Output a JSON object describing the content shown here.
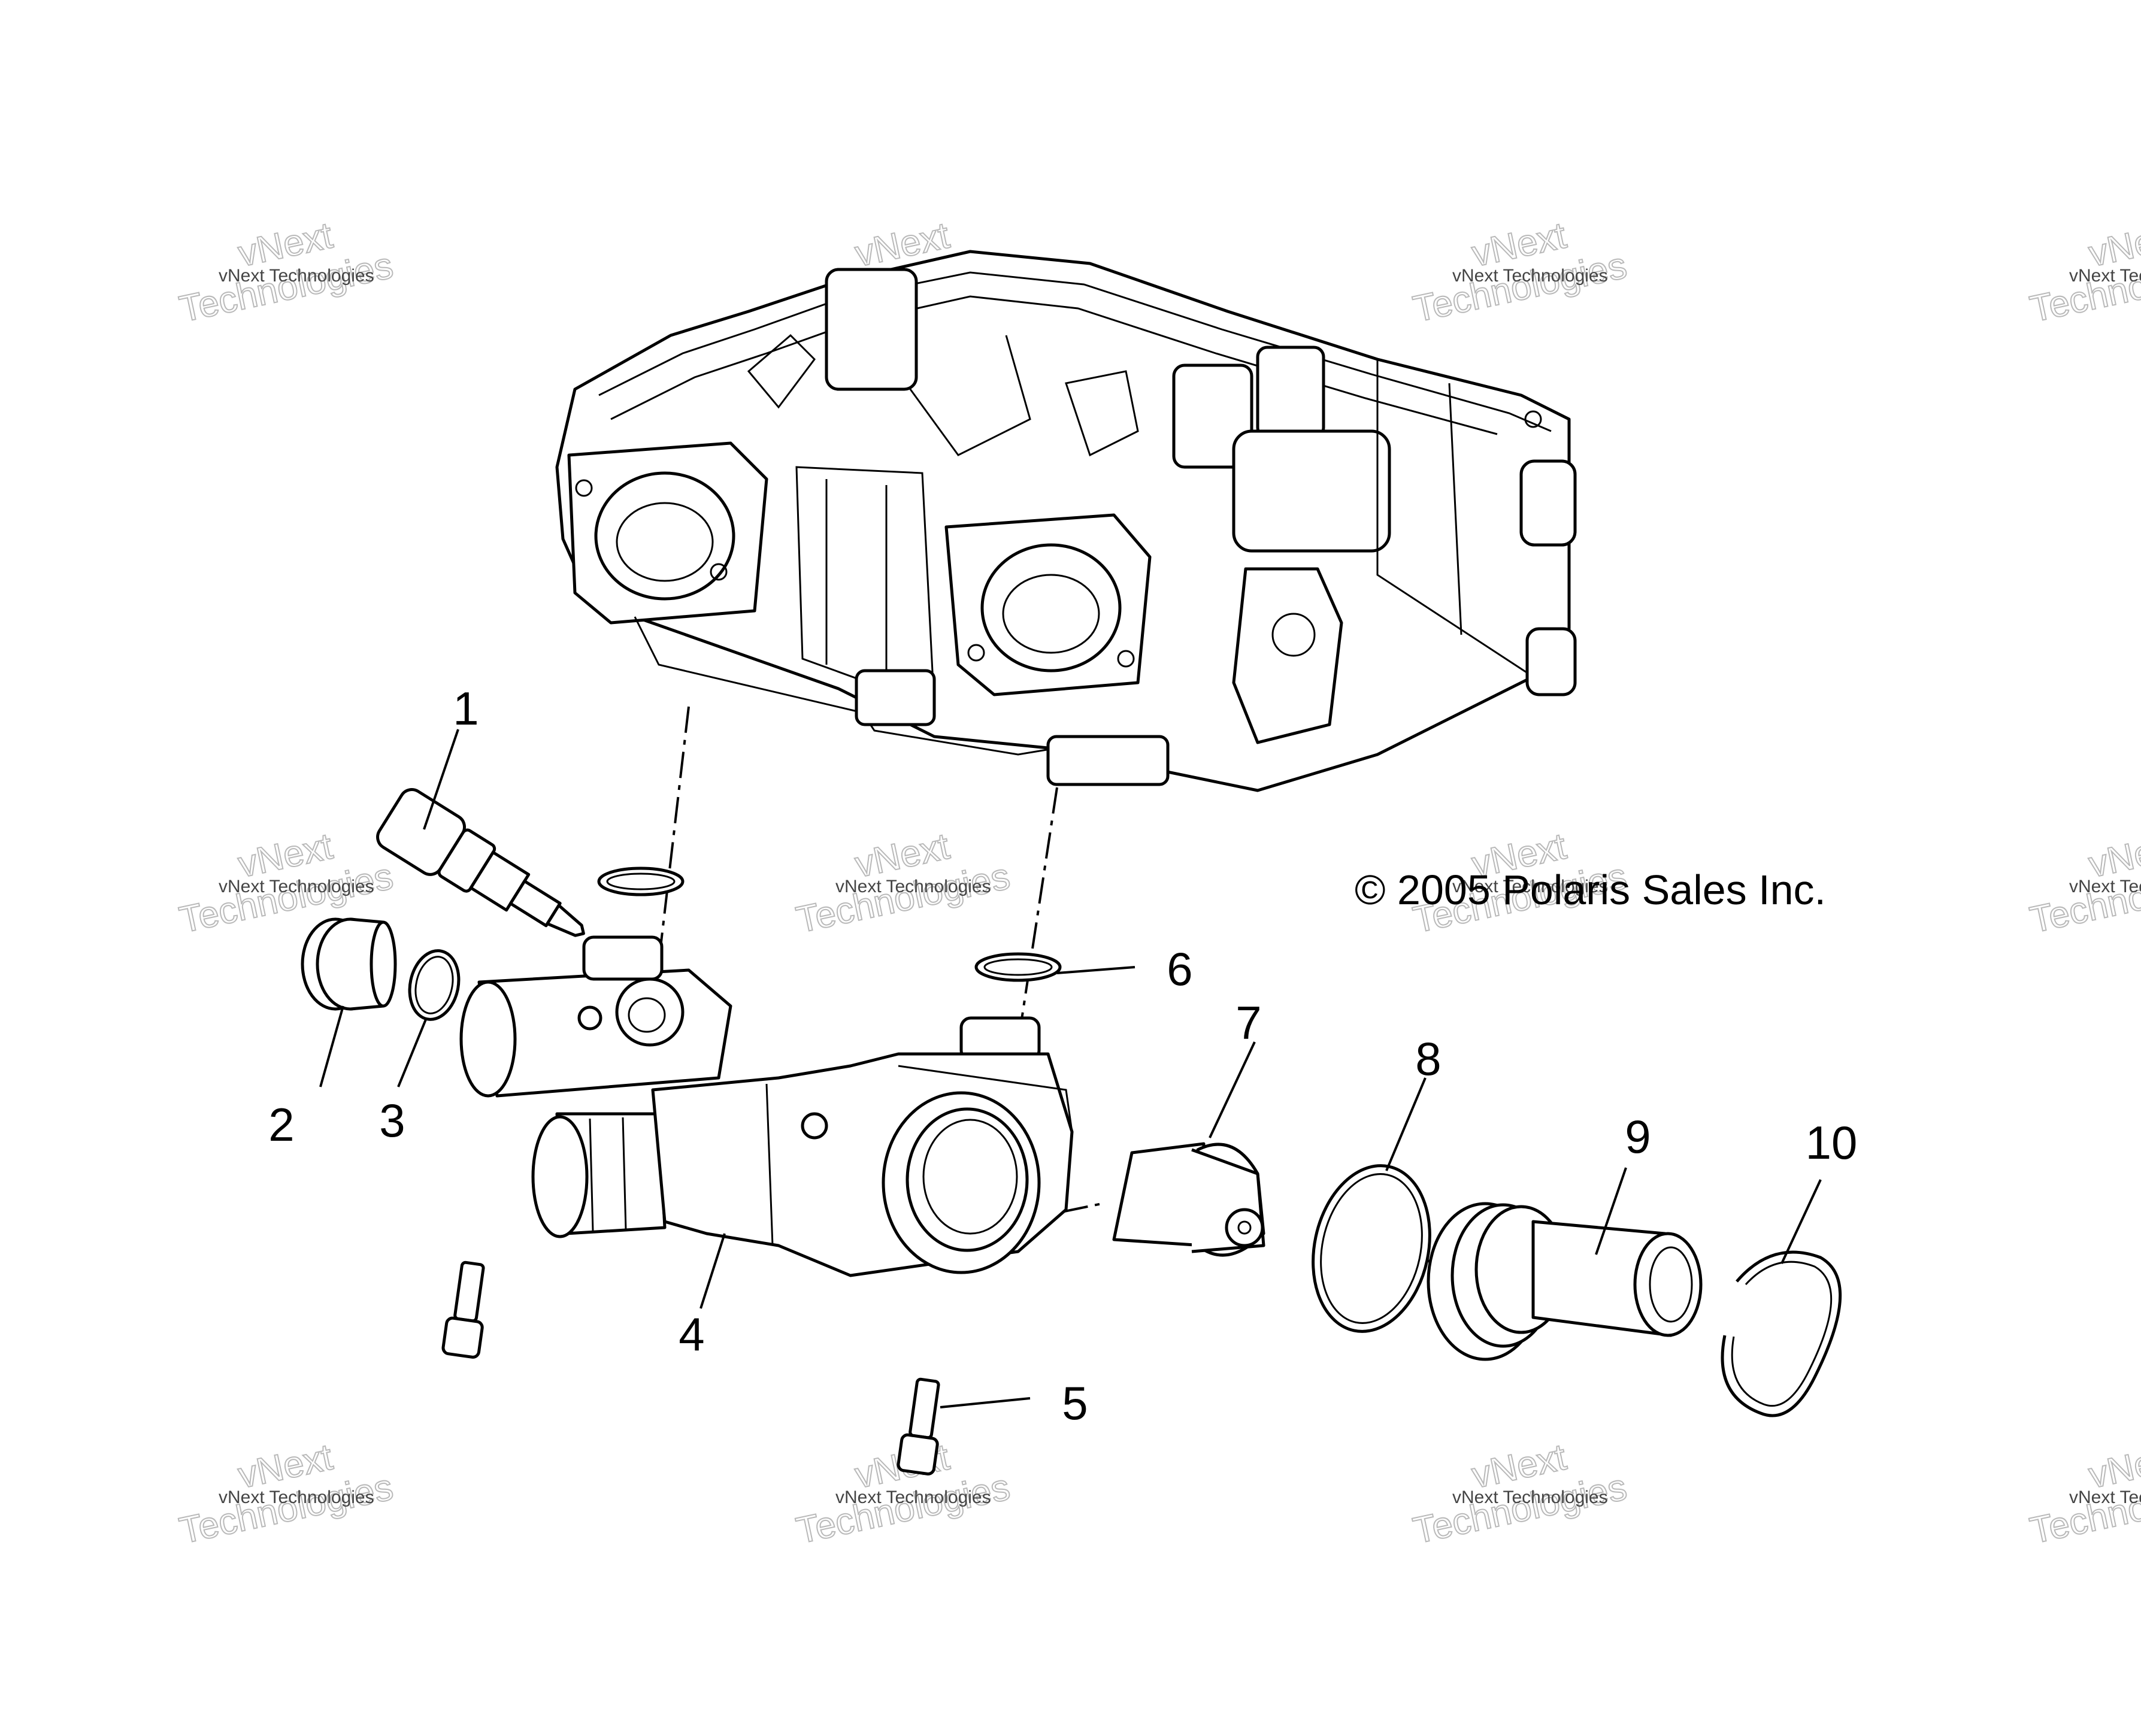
{
  "copyright": "© 2005 Polaris Sales Inc.",
  "watermark": {
    "small": "vNext Technologies",
    "large_line1": "vNext",
    "large_line2": "Technologies"
  },
  "callouts": [
    "1",
    "2",
    "3",
    "4",
    "5",
    "6",
    "7",
    "8",
    "9",
    "10"
  ],
  "parts": [
    "cylinder-head",
    "temperature-sensor",
    "plug-cap",
    "o-ring-small",
    "thermostat-housing",
    "bolt",
    "o-ring-port",
    "thermostat",
    "o-ring-large",
    "outlet-fitting",
    "retaining-ring"
  ]
}
